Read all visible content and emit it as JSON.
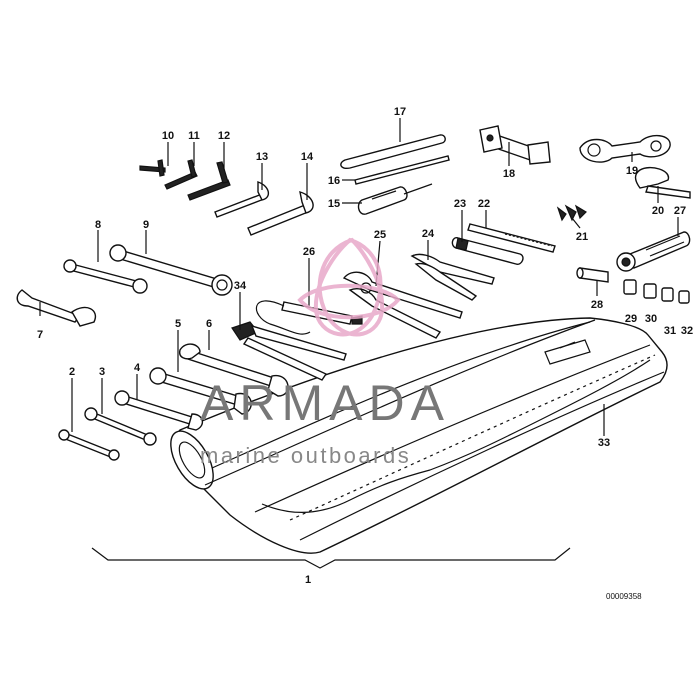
{
  "diagram": {
    "part_code": "00009358",
    "callouts": [
      "1",
      "2",
      "3",
      "4",
      "5",
      "6",
      "7",
      "8",
      "9",
      "10",
      "11",
      "12",
      "13",
      "14",
      "15",
      "16",
      "17",
      "18",
      "19",
      "20",
      "21",
      "22",
      "23",
      "24",
      "25",
      "26",
      "27",
      "28",
      "29",
      "30",
      "31",
      "32",
      "33",
      "34"
    ]
  },
  "watermark": {
    "brand": "ARMADA",
    "tagline": "marine outboards",
    "logo_color": "#e8a9c9"
  }
}
